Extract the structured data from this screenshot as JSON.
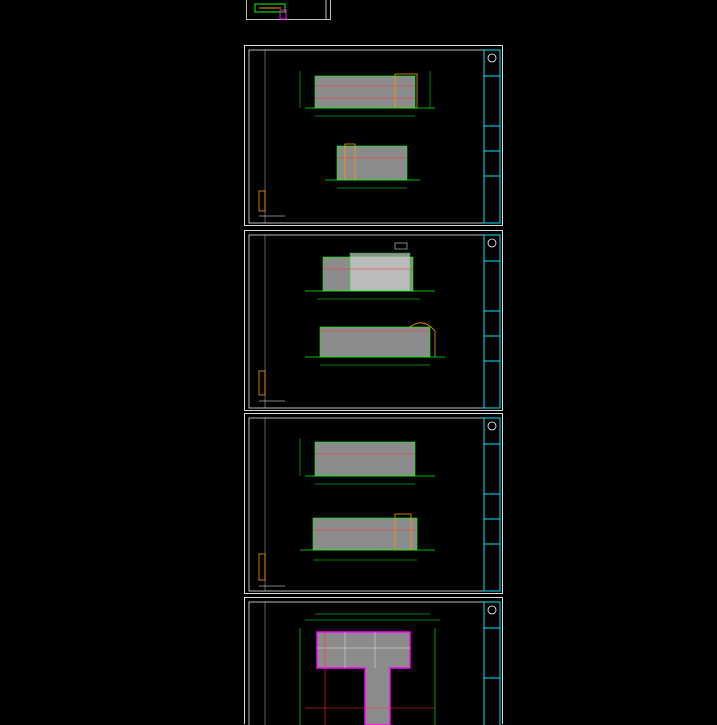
{
  "viewer": {
    "sheet_count_visible": 4,
    "colors": {
      "background": "#000000",
      "sheet_border": "#d9d9d9",
      "title_block": "#00e5ff",
      "dimension": "#00ff00",
      "accent_red": "#ff3030",
      "accent_magenta": "#ff00ff",
      "accent_orange": "#ff9900",
      "fill_gray": "#8c8c8c"
    },
    "sheets": [
      {
        "name": "elevation-sheet-1",
        "kind": "elevations"
      },
      {
        "name": "elevation-sheet-2",
        "kind": "elevations"
      },
      {
        "name": "elevation-sheet-3",
        "kind": "elevations"
      },
      {
        "name": "floor-plan-sheet",
        "kind": "plan"
      }
    ]
  }
}
